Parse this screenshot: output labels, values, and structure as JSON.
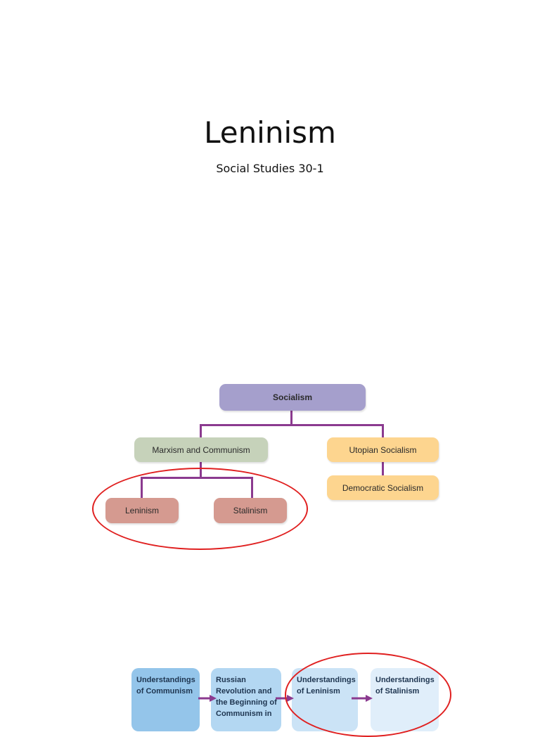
{
  "slide": {
    "title": "Leninism",
    "subtitle": "Social Studies 30-1"
  },
  "diagram": {
    "root": "Socialism",
    "left_branch": "Marxism and Communism",
    "right_branch": "Utopian Socialism",
    "right_child": "Democratic Socialism",
    "left_children": [
      "Leninism",
      "Stalinism"
    ],
    "colors": {
      "root": "#a59fcc",
      "left_branch": "#c6d2ba",
      "right_branch": "#fdd58f",
      "left_children": "#d59a90",
      "connector": "#8b3a8f",
      "highlight": "#e02020"
    }
  },
  "flow": {
    "steps": [
      "Understandings\nof Communism",
      "Russian\nRevolution and\nthe Beginning of\nCommunism in",
      "Understandings\nof Leninism",
      "Understandings\nof Stalinism"
    ],
    "colors": [
      "#94c5ea",
      "#b3d7f2",
      "#cbe3f6",
      "#e0eefa"
    ]
  }
}
